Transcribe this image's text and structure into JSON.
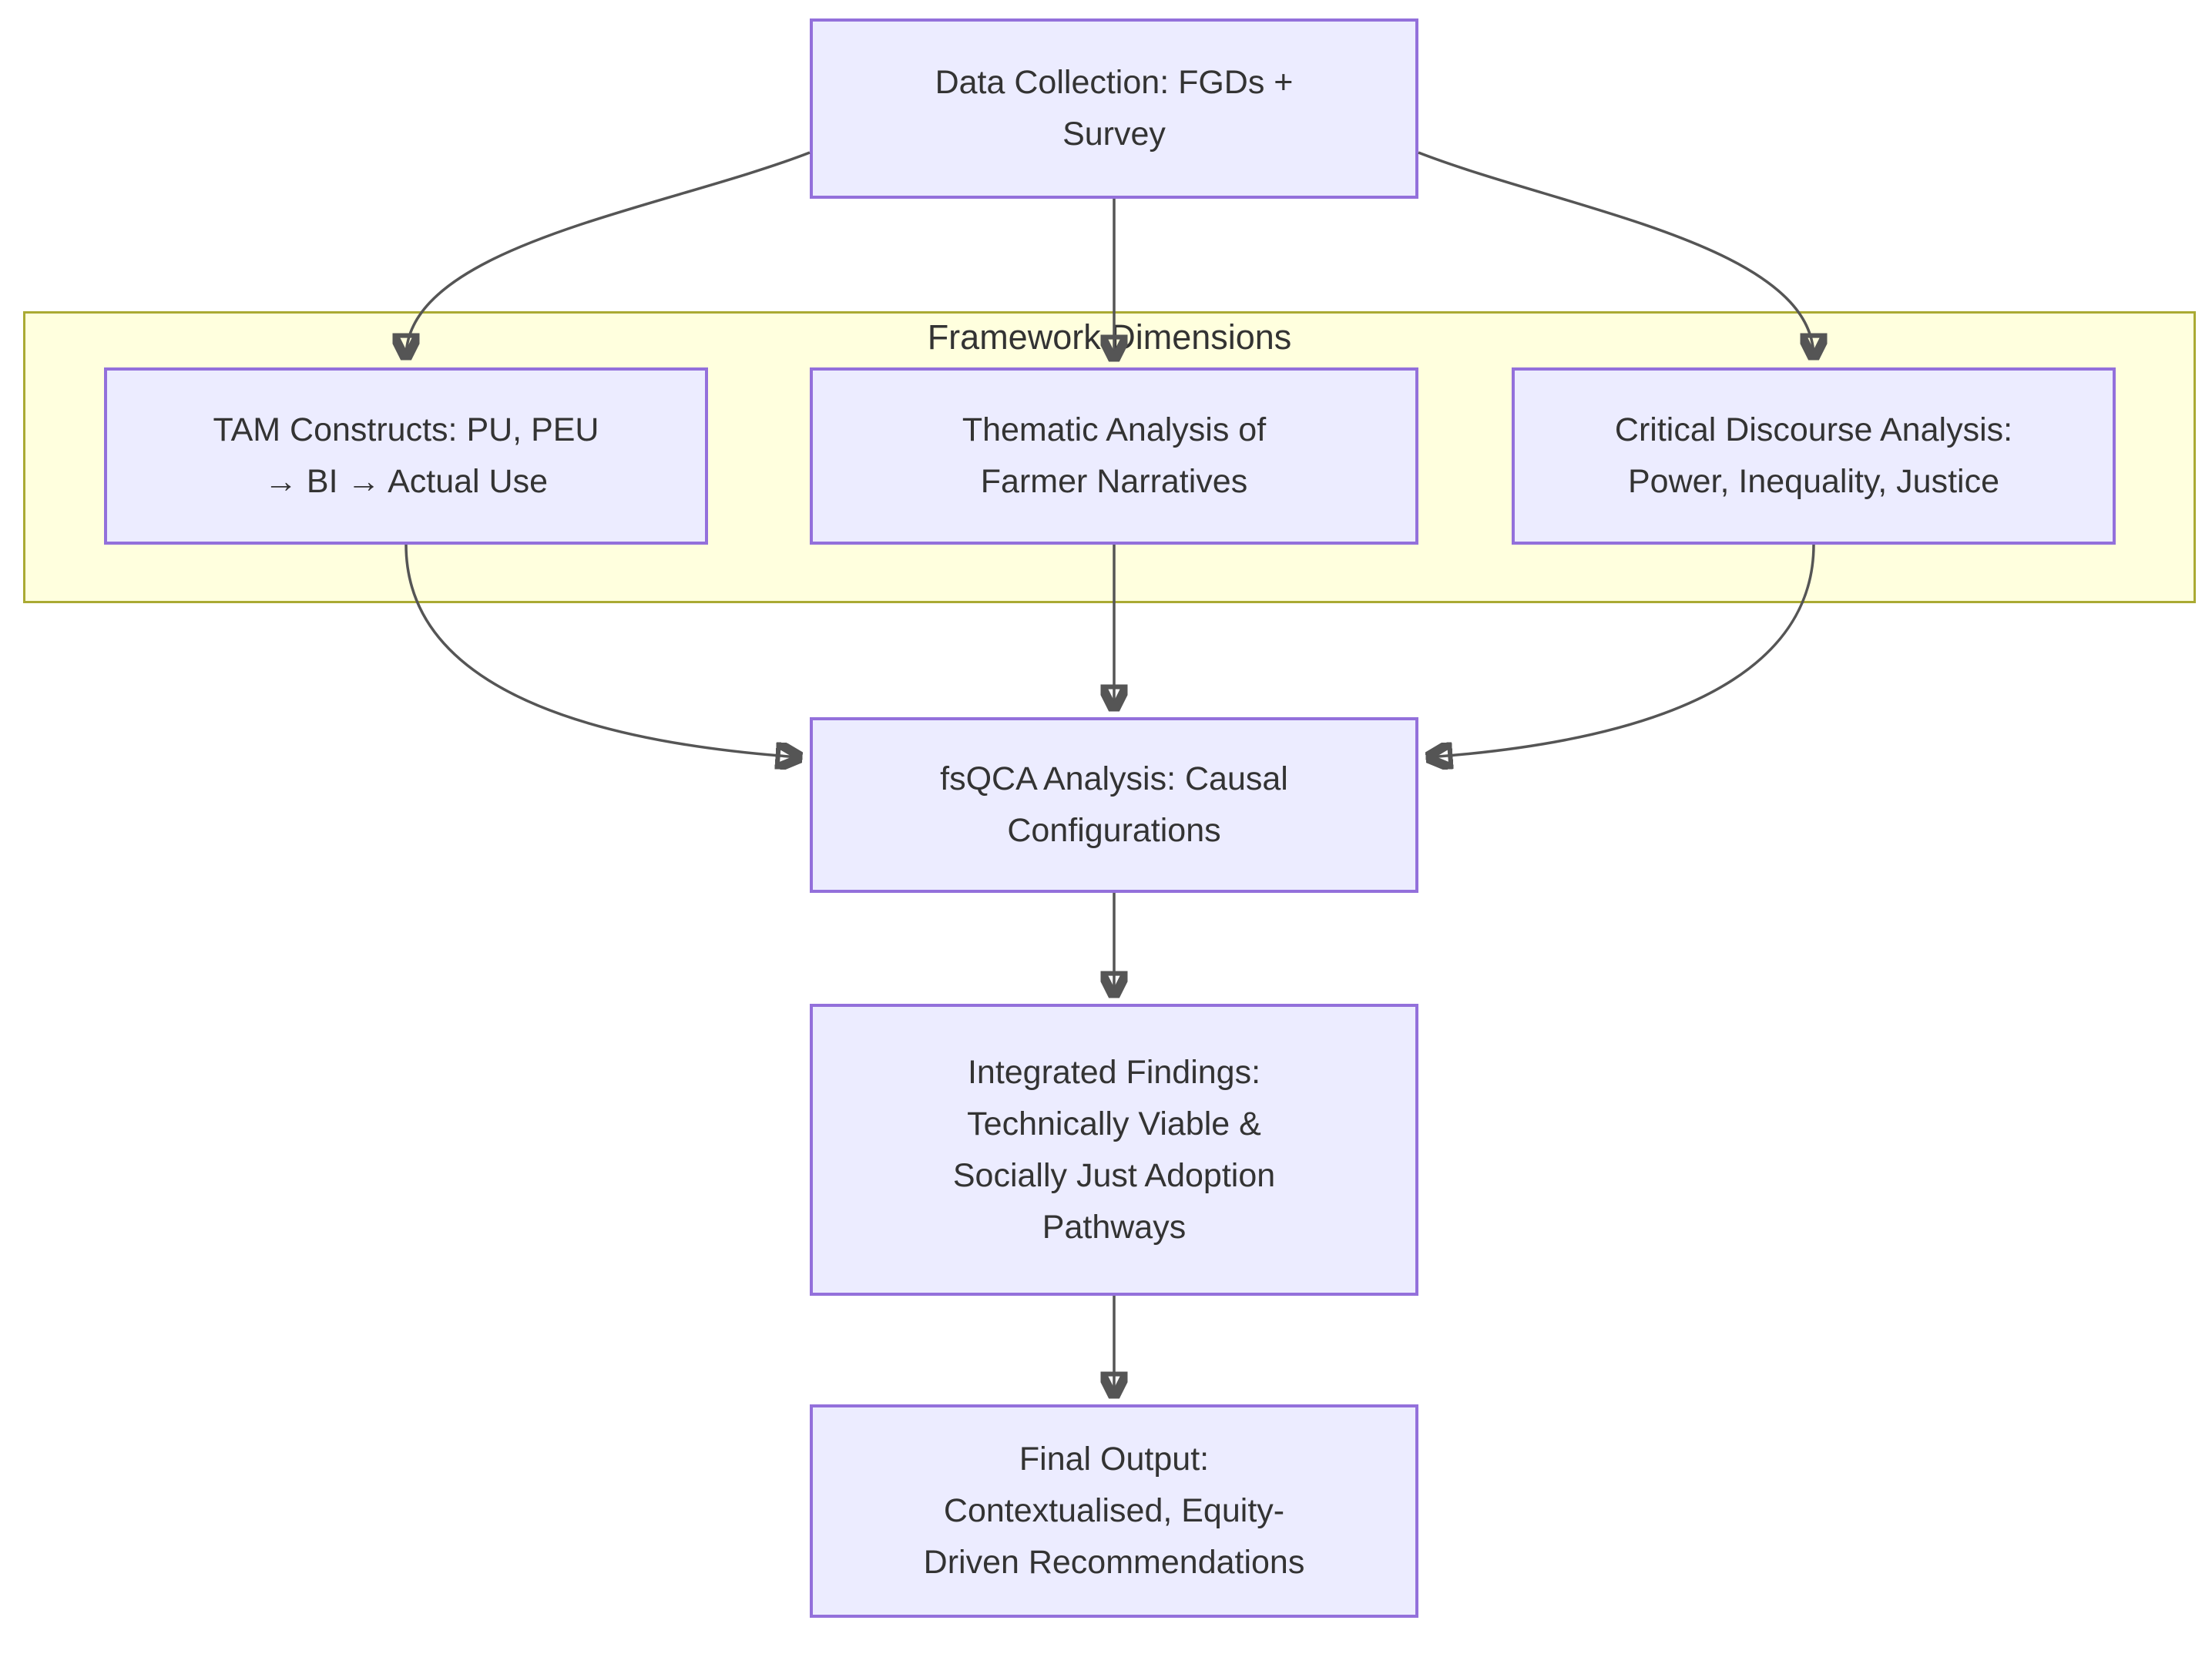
{
  "diagram": {
    "type": "flowchart",
    "cluster": {
      "label": "Framework Dimensions"
    },
    "nodes": {
      "data_collection": {
        "lines": [
          "Data Collection: FGDs +",
          "Survey"
        ]
      },
      "tam": {
        "lines": [
          "TAM Constructs: PU, PEU",
          "→ BI → Actual Use"
        ]
      },
      "thematic": {
        "lines": [
          "Thematic Analysis of",
          "Farmer Narratives"
        ]
      },
      "cda": {
        "lines": [
          "Critical Discourse Analysis:",
          "Power, Inequality, Justice"
        ]
      },
      "fsqca": {
        "lines": [
          "fsQCA Analysis: Causal",
          "Configurations"
        ]
      },
      "integrated": {
        "lines": [
          "Integrated Findings:",
          "Technically Viable &",
          "Socially Just Adoption",
          "Pathways"
        ]
      },
      "final": {
        "lines": [
          "Final Output:",
          "Contextualised, Equity-",
          "Driven Recommendations"
        ]
      }
    },
    "edges": [
      {
        "from": "data_collection",
        "to": "tam"
      },
      {
        "from": "data_collection",
        "to": "thematic"
      },
      {
        "from": "data_collection",
        "to": "cda"
      },
      {
        "from": "tam",
        "to": "fsqca"
      },
      {
        "from": "thematic",
        "to": "fsqca"
      },
      {
        "from": "cda",
        "to": "fsqca"
      },
      {
        "from": "fsqca",
        "to": "integrated"
      },
      {
        "from": "integrated",
        "to": "final"
      }
    ],
    "colors": {
      "node_fill": "#ECECFF",
      "node_border": "#9370DB",
      "cluster_fill": "#FFFFDE",
      "cluster_border": "#AAAA33",
      "text": "#333333",
      "edge_line": "#555555",
      "arrowhead": "#333333",
      "background": "#FFFFFF"
    }
  }
}
